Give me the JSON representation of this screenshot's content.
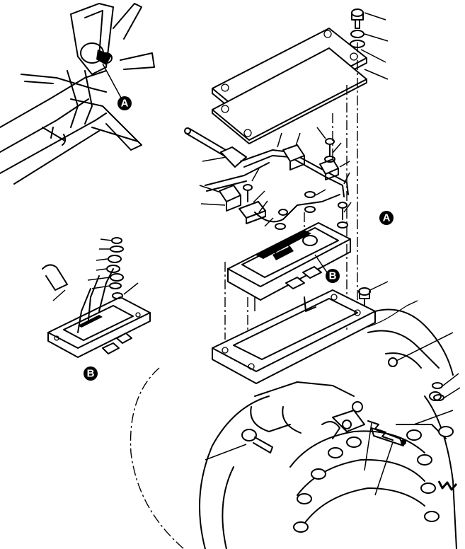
{
  "figure": {
    "callouts": {
      "detail_a_top": "A",
      "detail_a_main": "A",
      "detail_b_inset": "B",
      "detail_b_main": "B"
    }
  }
}
